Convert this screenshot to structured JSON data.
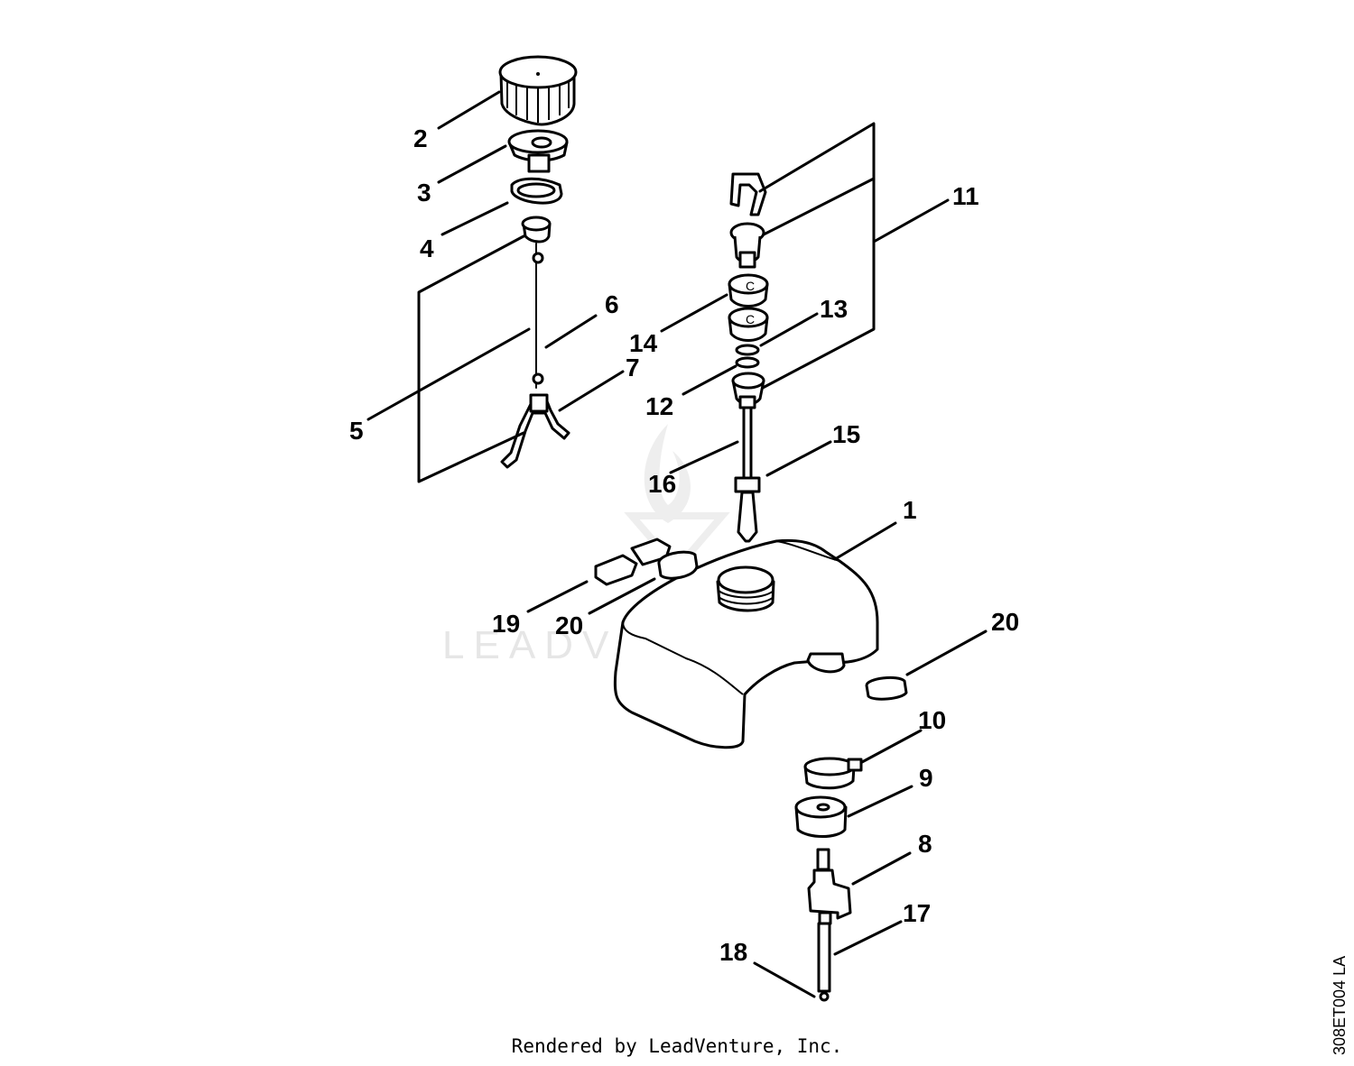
{
  "diagram": {
    "callouts": [
      "1",
      "2",
      "3",
      "4",
      "5",
      "6",
      "7",
      "8",
      "9",
      "10",
      "11",
      "12",
      "13",
      "14",
      "15",
      "16",
      "17",
      "18",
      "19",
      "20",
      "20"
    ]
  },
  "watermark": "LEADVENTURE",
  "footer": "Rendered by LeadVenture, Inc.",
  "drawing_code": "308ET004 LA"
}
